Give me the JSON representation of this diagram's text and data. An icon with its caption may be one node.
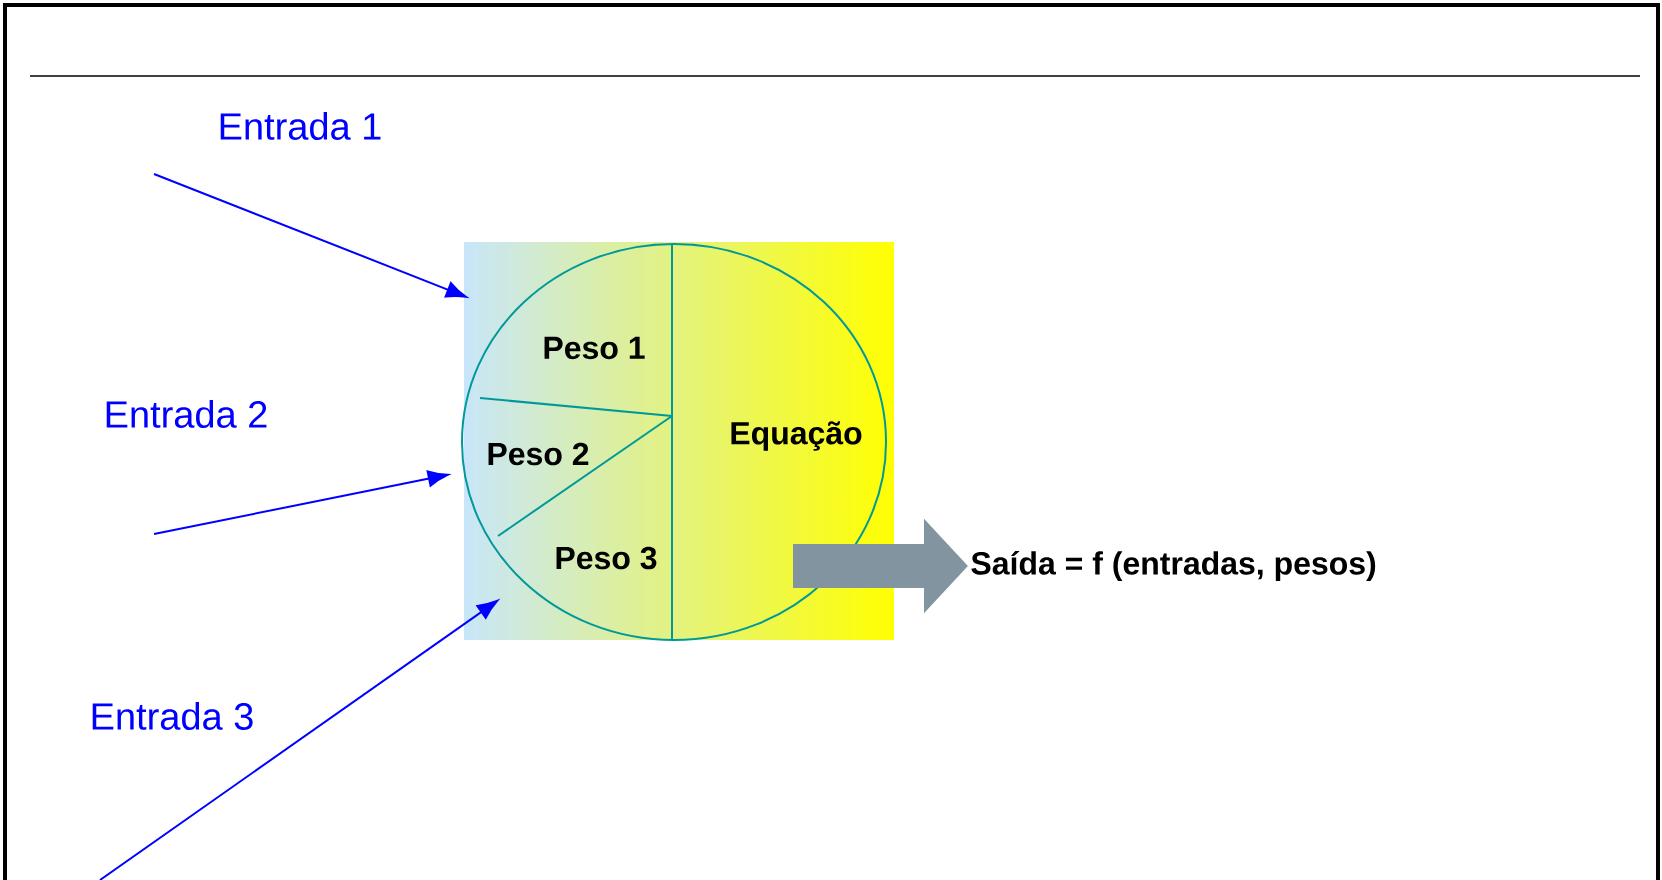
{
  "diagram": {
    "nodes": [
      {
        "text": [
          "Peso 1",
          "Peso 2",
          "Peso 3",
          "Equação"
        ]
      },
      {
        "text": [
          "Saída = f (entradas, pesos)"
        ]
      }
    ],
    "edges": [
      {
        "from": null,
        "to": 0,
        "arrow": "to"
      },
      {
        "from": null,
        "to": 0,
        "arrow": "to"
      },
      {
        "from": null,
        "to": 0,
        "arrow": "to"
      },
      {
        "from": 0,
        "to": 1,
        "arrow": "to",
        "style": "thick",
        "color": "#8294a0"
      }
    ],
    "labels": [
      "Entrada 1",
      "Entrada 2",
      "Entrada 3"
    ]
  }
}
